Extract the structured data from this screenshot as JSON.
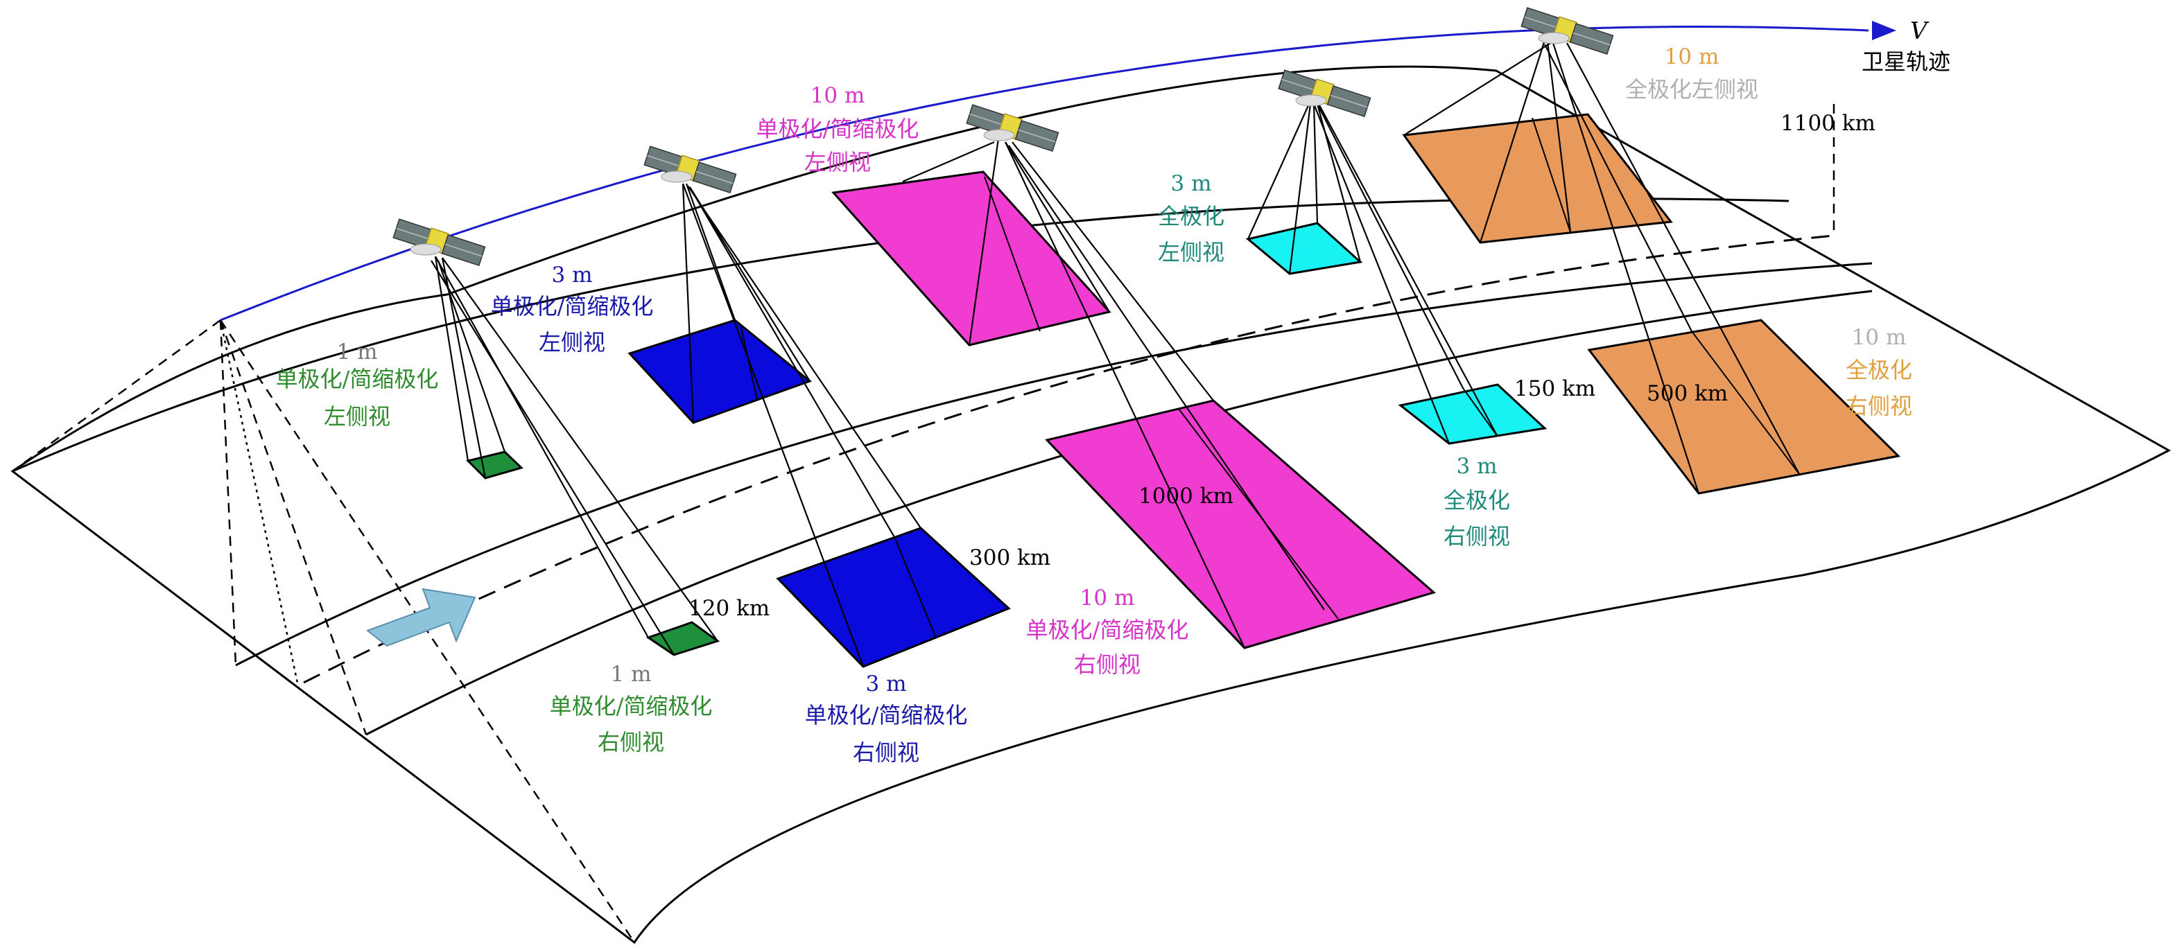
{
  "trajectory": {
    "velocity_label": "V",
    "label": "卫星轨迹",
    "altitude": "1100 km",
    "color": "#1a1acc"
  },
  "widths": {
    "w120": "120 km",
    "w150": "150 km",
    "w300": "300 km",
    "w500": "500 km",
    "w1000": "1000 km"
  },
  "modes": {
    "m1_left": {
      "res": "1 m",
      "pol": "单极化/简缩极化",
      "side": "左侧视",
      "res_color": "#777777",
      "text_color": "#2e8b2e",
      "fill": "#1e8f3a"
    },
    "m1_right": {
      "res": "1 m",
      "pol": "单极化/简缩极化",
      "side": "右侧视",
      "res_color": "#777777",
      "text_color": "#2e8b2e",
      "fill": "#1e8f3a"
    },
    "m3_left": {
      "res": "3 m",
      "pol": "单极化/简缩极化",
      "side": "左侧视",
      "color": "#1a1aa8",
      "fill": "#0a0adc"
    },
    "m3_right": {
      "res": "3 m",
      "pol": "单极化/简缩极化",
      "side": "右侧视",
      "color": "#1a1aa8",
      "fill": "#0a0adc"
    },
    "m10_left": {
      "res": "10 m",
      "pol": "单极化/简缩极化",
      "side": "左侧视",
      "color": "#d633c8",
      "fill": "#f03cd0"
    },
    "m10_right": {
      "res": "10 m",
      "pol": "单极化/简缩极化",
      "side": "右侧视",
      "color": "#d633c8",
      "fill": "#f03cd0"
    },
    "fp3_left": {
      "res": "3 m",
      "pol": "全极化",
      "side": "左侧视",
      "color": "#1f8a7a",
      "fill": "#19f2f2"
    },
    "fp3_right": {
      "res": "3 m",
      "pol": "全极化",
      "side": "右侧视",
      "color": "#1f8a7a",
      "fill": "#19f2f2"
    },
    "fp10_left": {
      "res": "10 m",
      "label": "全极化左侧视",
      "res_color": "#e0a040",
      "text_color": "#b0b0b0",
      "fill": "#e89a5c"
    },
    "fp10_right": {
      "res": "10 m",
      "pol": "全极化",
      "side": "右侧视",
      "res_color": "#b0b0b0",
      "text_color": "#e0a040",
      "fill": "#e89a5c"
    }
  },
  "arrow_color": "#8ec3dc"
}
